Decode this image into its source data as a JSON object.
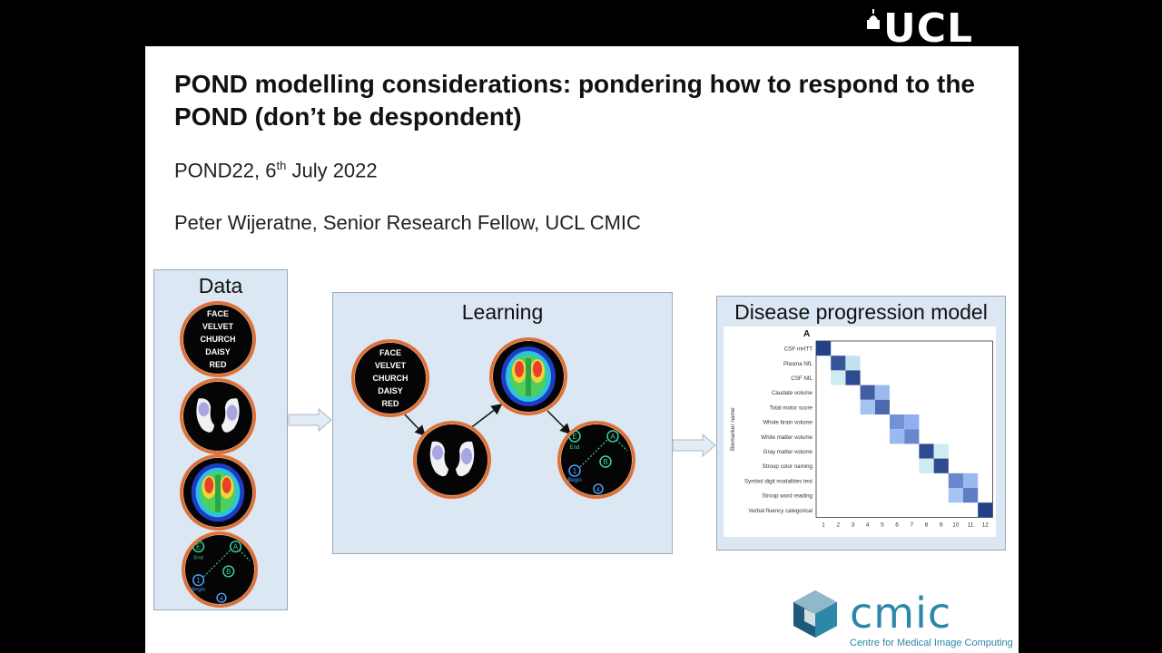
{
  "header": {
    "logo_text": "UCL"
  },
  "slide": {
    "title": "POND modelling considerations: pondering how to respond to the POND (don’t be despondent)",
    "subtitle_prefix": "POND22, 6",
    "subtitle_sup": "th",
    "subtitle_suffix": " July 2022",
    "author": "Peter Wijeratne, Senior Research Fellow, UCL CMIC"
  },
  "diagram": {
    "data_label": "Data",
    "learning_label": "Learning",
    "model_label": "Disease progression model",
    "words": [
      "FACE",
      "VELVET",
      "CHURCH",
      "DAISY",
      "RED"
    ],
    "trail_labels": {
      "e": "E",
      "a": "A",
      "b": "B",
      "one": "1",
      "four": "4",
      "end": "End",
      "begin": "Begin"
    }
  },
  "matrix": {
    "panel_letter": "A",
    "ylabel": "Biomarker name",
    "rows": [
      "CSF mHTT",
      "Plasma NfL",
      "CSF NfL",
      "Caudate volume",
      "Total motor score",
      "Whole brain volume",
      "White matter volume",
      "Gray matter volume",
      "Stroop color naming",
      "Symbol digit modalities test",
      "Stroop word reading",
      "Verbal fluency categorical"
    ],
    "cols": [
      "1",
      "2",
      "3",
      "4",
      "5",
      "6",
      "7",
      "8",
      "9",
      "10",
      "11",
      "12"
    ]
  },
  "footer": {
    "logo_text": "cmic",
    "logo_subtitle": "Centre for Medical Image Computing"
  }
}
